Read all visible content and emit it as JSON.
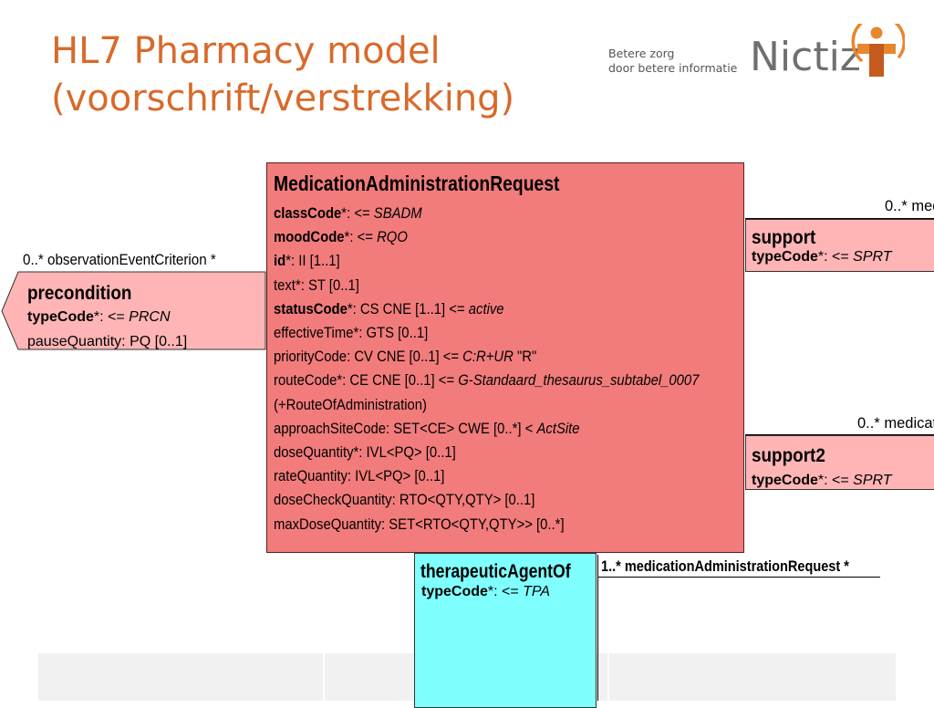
{
  "slide": {
    "title_line1": "HL7 Pharmacy model",
    "title_line2": "(voorschrift/verstrekking)",
    "logo": {
      "tagline_line1": "Betere zorg",
      "tagline_line2": "door betere informatie",
      "wordmark": "Nictiz"
    }
  },
  "colors": {
    "title": "#d86a2b",
    "act_class": "#f27c7c",
    "act_relationship": "#ffb5b5",
    "role_class": "#80ffff"
  },
  "diagram": {
    "main": {
      "name": "MedicationAdministrationRequest",
      "attrs": [
        {
          "n": "classCode",
          "s": "*: <= ",
          "v": "SBADM",
          "b": true
        },
        {
          "n": "moodCode",
          "s": "*: <= ",
          "v": "RQO",
          "b": true
        },
        {
          "n": "id",
          "s": "*: II [1..1]",
          "v": "",
          "b": true
        },
        {
          "n": "text",
          "s": "*: ST [0..1]",
          "v": "",
          "b": false
        },
        {
          "n": "statusCode",
          "s": "*: CS CNE [1..1] <= ",
          "v": "active",
          "b": true
        },
        {
          "n": "effectiveTime",
          "s": "*: GTS [0..1]",
          "v": "",
          "b": false
        },
        {
          "n": "priorityCode",
          "s": ": CV CNE [0..1] <= ",
          "v": "C:R+UR",
          "t": " \"R\"",
          "b": false
        },
        {
          "n": "routeCode",
          "s": "*: CE CNE [0..1] <= ",
          "v": "G-Standaard_thesaurus_subtabel_0007",
          "b": false
        },
        {
          "n": "",
          "s": " (+RouteOfAdministration)",
          "v": "",
          "b": false
        },
        {
          "n": "approachSiteCode",
          "s": ": SET<CE> CWE [0..*] < ",
          "v": "ActSite",
          "b": false
        },
        {
          "n": "doseQuantity",
          "s": "*: IVL<PQ> [0..1]",
          "v": "",
          "b": false
        },
        {
          "n": "rateQuantity",
          "s": ": IVL<PQ> [0..1]",
          "v": "",
          "b": false
        },
        {
          "n": "doseCheckQuantity",
          "s": ": RTO<QTY,QTY> [0..1]",
          "v": "",
          "b": false
        },
        {
          "n": "maxDoseQuantity",
          "s": ": SET<RTO<QTY,QTY>> [0..*]",
          "v": "",
          "b": false
        }
      ]
    },
    "precondition": {
      "name": "precondition",
      "a1": {
        "n": "typeCode",
        "s": "*: <= ",
        "v": "PRCN"
      },
      "a2": "pauseQuantity: PQ [0..1]",
      "label": "0..* observationEventCriterion  *"
    },
    "support": {
      "name": "support",
      "a1": {
        "n": "typeCode",
        "s": "*: <= ",
        "v": "SPRT"
      },
      "label": "0..* med"
    },
    "support2": {
      "name": "support2",
      "a1": {
        "n": "typeCode",
        "s": "*: <= ",
        "v": "SPRT"
      },
      "label": "0..* medicat"
    },
    "therapeuticAgentOf": {
      "name": "therapeuticAgentOf",
      "a1": {
        "n": "typeCode",
        "s": "*: <= ",
        "v": "TPA"
      },
      "label": "1..* medicationAdministrationRequest  *"
    }
  }
}
